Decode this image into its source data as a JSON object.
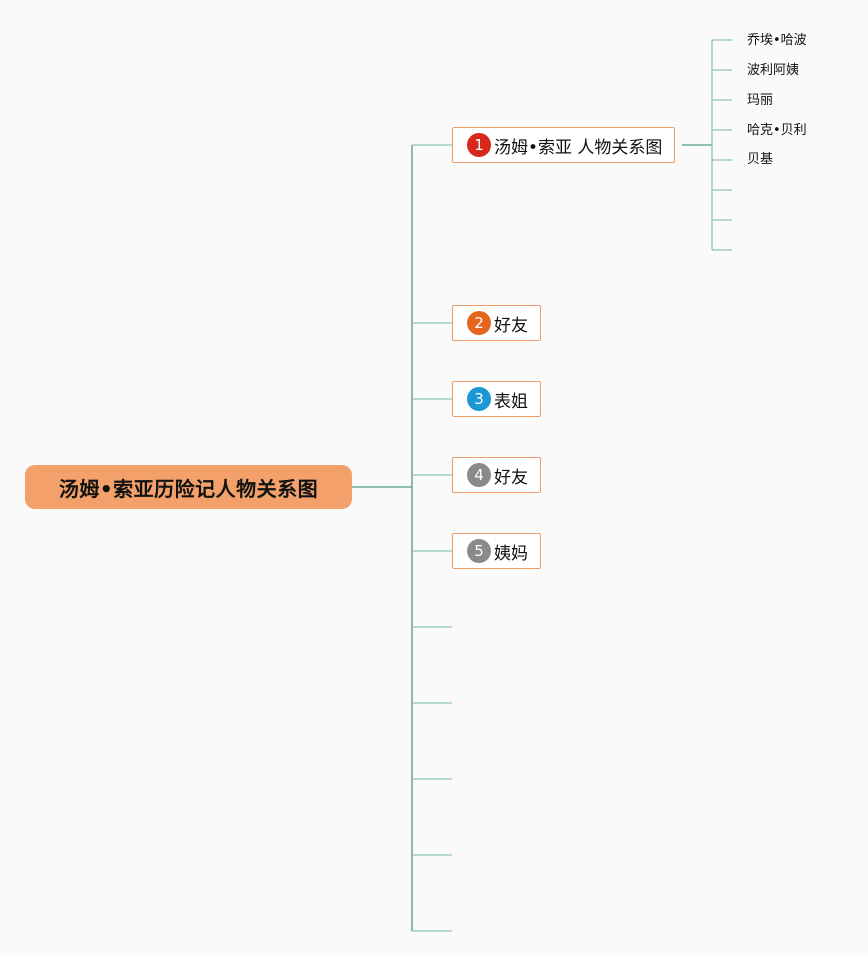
{
  "root": {
    "label": "汤姆•索亚历险记人物关系图",
    "color": "#f4a06a"
  },
  "branches": [
    {
      "number": "1",
      "label": "汤姆•索亚 人物关系图",
      "badge_color": "#d7281b",
      "children": [
        "乔埃•哈波",
        "波利阿姨",
        "玛丽",
        "哈克•贝利",
        "贝基",
        "",
        "",
        ""
      ]
    },
    {
      "number": "2",
      "label": "好友",
      "badge_color": "#e4661e",
      "children": []
    },
    {
      "number": "3",
      "label": "表姐",
      "badge_color": "#1d96d6",
      "children": []
    },
    {
      "number": "4",
      "label": "好友",
      "badge_color": "#8a8a8a",
      "children": []
    },
    {
      "number": "5",
      "label": "姨妈",
      "badge_color": "#8a8a8a",
      "children": []
    },
    {
      "number": "",
      "label": "",
      "badge_color": "",
      "children": []
    },
    {
      "number": "",
      "label": "",
      "badge_color": "",
      "children": []
    },
    {
      "number": "",
      "label": "",
      "badge_color": "",
      "children": []
    },
    {
      "number": "",
      "label": "",
      "badge_color": "",
      "children": []
    },
    {
      "number": "",
      "label": "",
      "badge_color": "",
      "children": []
    }
  ],
  "colors": {
    "connector": "#4f9a88",
    "connector_light": "#8fc4b4",
    "branch_border": "#ef9c66"
  }
}
